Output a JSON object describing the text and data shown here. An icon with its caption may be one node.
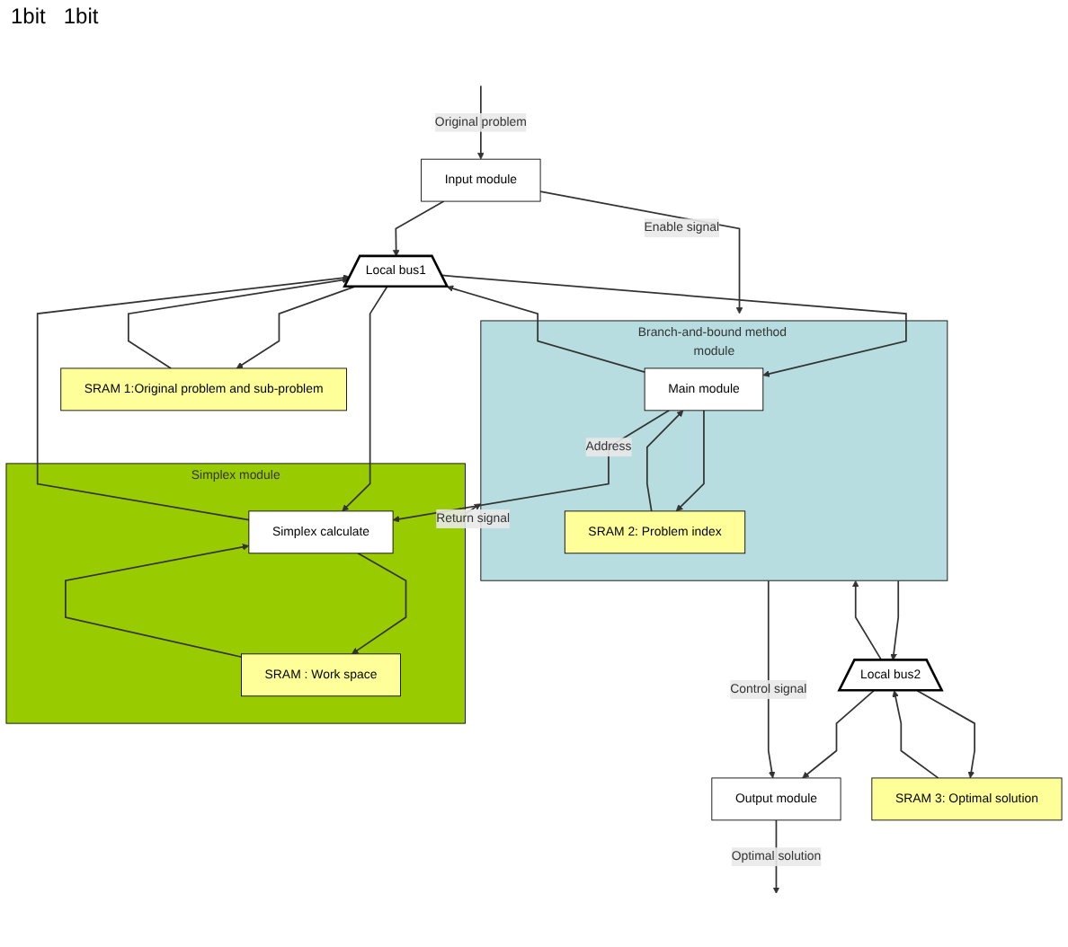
{
  "diagram": {
    "nodes": [
      {
        "text": [
          "Input module"
        ]
      },
      {
        "text": [
          "SRAM 1:Original problem and sub-problem"
        ]
      },
      {
        "text": [
          "Local bus1"
        ]
      },
      {
        "text": [
          "Branch-and-bound method module"
        ]
      },
      {
        "text": [
          "Main module"
        ],
        "in": 3
      },
      {
        "text": [
          "SRAM 2: Problem index"
        ],
        "in": 3
      },
      {
        "text": [
          "Simplex module"
        ]
      },
      {
        "text": [
          "Simplex calculate"
        ],
        "in": 6
      },
      {
        "text": [
          "SRAM : Work space"
        ],
        "in": 6
      },
      {
        "text": [
          "Local bus2"
        ]
      },
      {
        "text": [
          "Output module"
        ]
      },
      {
        "text": [
          "SRAM 3: Optimal solution"
        ]
      }
    ],
    "edges": [
      {
        "from": null,
        "to": 0,
        "arrow": "to",
        "label": "Original problem"
      },
      {
        "from": 0,
        "to": 2,
        "arrow": "to"
      },
      {
        "from": 2,
        "to": 1,
        "arrow": "to"
      },
      {
        "from": 1,
        "to": 2,
        "arrow": "to"
      },
      {
        "from": 4,
        "to": 2,
        "arrow": "to"
      },
      {
        "from": 2,
        "to": 4,
        "arrow": "to"
      },
      {
        "from": 7,
        "to": 2,
        "arrow": "to"
      },
      {
        "from": 2,
        "to": 7,
        "arrow": "to"
      },
      {
        "from": 0,
        "to": 3,
        "arrow": "to",
        "label": "Enable signal"
      },
      {
        "from": 4,
        "to": 7,
        "arrow": "to",
        "label": "Address"
      },
      {
        "from": 5,
        "to": 4,
        "arrow": "to"
      },
      {
        "from": 4,
        "to": 5,
        "arrow": "to"
      },
      {
        "from": 8,
        "to": 7,
        "arrow": "to"
      },
      {
        "from": 7,
        "to": 8,
        "arrow": "to"
      },
      {
        "from": 6,
        "to": 3,
        "arrow": "to",
        "label": "Return signal"
      },
      {
        "from": 9,
        "to": 3,
        "arrow": "to"
      },
      {
        "from": 3,
        "to": 9,
        "arrow": "to"
      },
      {
        "from": 9,
        "to": 10,
        "arrow": "to"
      },
      {
        "from": 9,
        "to": 11,
        "arrow": "to"
      },
      {
        "from": 11,
        "to": 9,
        "arrow": "to"
      },
      {
        "from": 3,
        "to": 10,
        "arrow": "to",
        "label": "Control signal"
      },
      {
        "from": 10,
        "to": null,
        "arrow": "to",
        "label": "Optimal solution"
      }
    ],
    "labels": [
      "1bit",
      "1bit"
    ]
  }
}
